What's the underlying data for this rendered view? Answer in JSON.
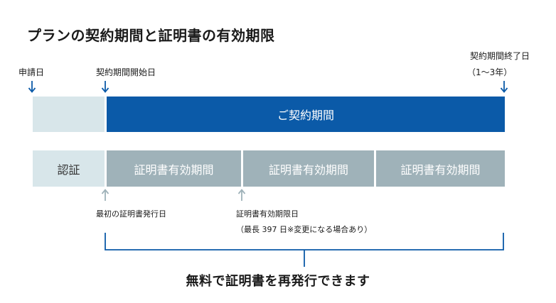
{
  "title": "プランの契約期間と証明書の有効期限",
  "markers": {
    "application_date": "申請日",
    "contract_start": "契約期間開始日",
    "contract_end": "契約期間終了日",
    "contract_end_note": "（1～3年）"
  },
  "contract_bar": {
    "label": "ご契約期間",
    "color": "#0b5aa8",
    "pre_color": "#d8e6ea"
  },
  "cert_row": {
    "auth_label": "認証",
    "auth_color": "#d8e6ea",
    "period_color": "#9fb2b9",
    "periods": [
      "証明書有効期間",
      "証明書有効期間",
      "証明書有効期間"
    ]
  },
  "below": {
    "first_issue": "最初の証明書発行日",
    "expiry": "証明書有効期限日",
    "expiry_note": "（最長 397 日※変更になる場合あり）"
  },
  "footer": "無料で証明書を再発行できます",
  "colors": {
    "arrow_dark": "#0b5aa8",
    "arrow_light": "#9fb2b9",
    "bracket": "#0b5aa8"
  }
}
